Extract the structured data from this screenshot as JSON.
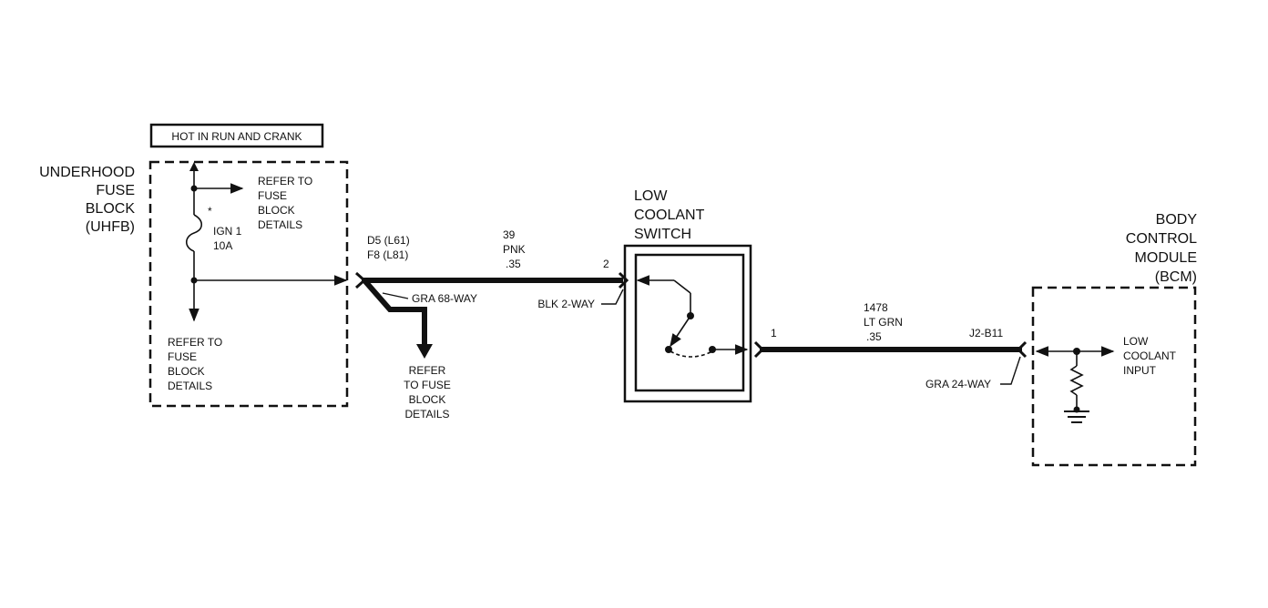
{
  "diagram": {
    "hot_label": "HOT IN RUN AND CRANK",
    "uhfb": {
      "title": [
        "UNDERHOOD",
        "FUSE",
        "BLOCK",
        "(UHFB)"
      ],
      "refer_right": [
        "REFER TO",
        "FUSE",
        "BLOCK",
        "DETAILS"
      ],
      "refer_down": [
        "REFER TO",
        "FUSE",
        "BLOCK",
        "DETAILS"
      ],
      "fuse_name": "IGN 1",
      "fuse_rating": "10A"
    },
    "connector_left": {
      "pins": [
        "D5 (L61)",
        "F8 (L81)"
      ],
      "name": "GRA 68-WAY"
    },
    "splice_refer": [
      "REFER",
      "TO FUSE",
      "BLOCK",
      "DETAILS"
    ],
    "wire_39": {
      "circuit": "39",
      "color": "PNK",
      "gauge": ".35"
    },
    "switch": {
      "title": [
        "LOW",
        "COOLANT",
        "SWITCH"
      ],
      "pin_in": "2",
      "pin_out": "1",
      "connector": "BLK 2-WAY"
    },
    "wire_1478": {
      "circuit": "1478",
      "color": "LT GRN",
      "gauge": ".35"
    },
    "bcm": {
      "title": [
        "BODY",
        "CONTROL",
        "MODULE",
        "(BCM)"
      ],
      "pin": "J2-B11",
      "connector": "GRA 24-WAY",
      "input_label": [
        "LOW",
        "COOLANT",
        "INPUT"
      ]
    }
  }
}
